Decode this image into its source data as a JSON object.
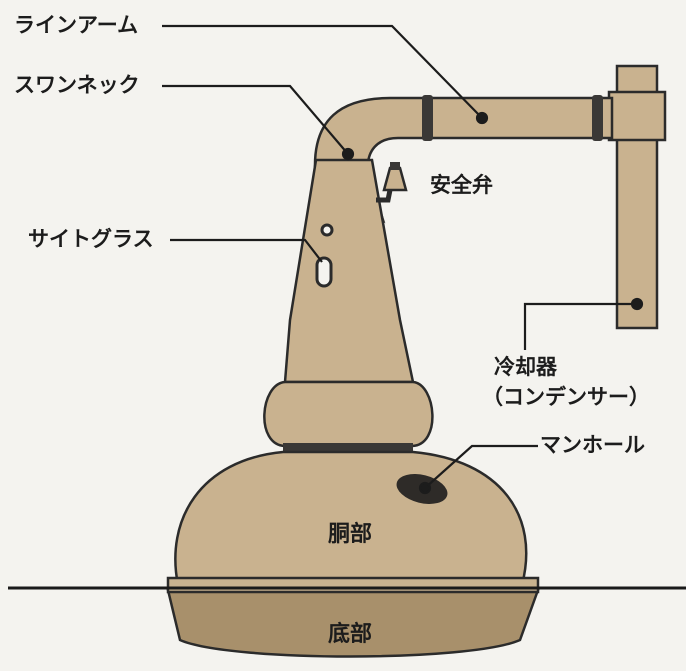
{
  "labels": {
    "line_arm": "ラインアーム",
    "swan_neck": "スワンネック",
    "safety_valve": "安全弁",
    "sight_glass": "サイトグラス",
    "condenser_line1": "冷却器",
    "condenser_line2": "（コンデンサー）",
    "manhole": "マンホール",
    "body": "胴部",
    "bottom": "底部"
  },
  "colors": {
    "background": "#f4f3ef",
    "copper": "#c9b28f",
    "copper_dark": "#a8906b",
    "outline": "#2b2b2b",
    "band": "#3a3836",
    "floor_line": "#1a1a1a"
  }
}
